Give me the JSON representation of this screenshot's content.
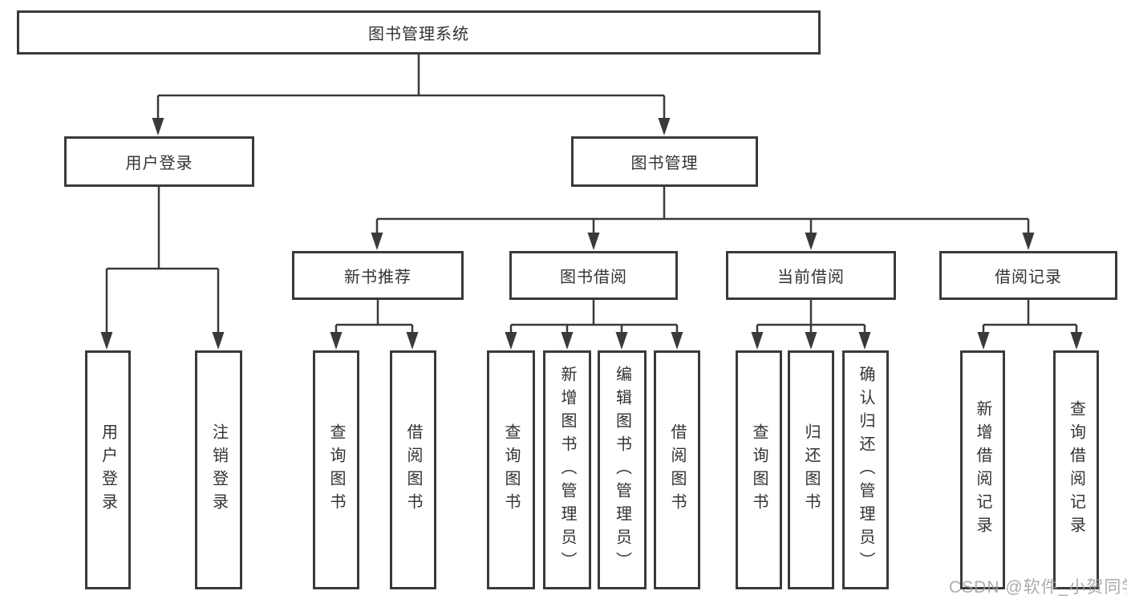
{
  "tree": {
    "root": {
      "label": "图书管理系统"
    },
    "children": [
      {
        "label": "用户登录",
        "children": [
          {
            "label": "用户登录"
          },
          {
            "label": "注销登录"
          }
        ]
      },
      {
        "label": "图书管理",
        "children": [
          {
            "label": "新书推荐",
            "children": [
              {
                "label": "查询图书"
              },
              {
                "label": "借阅图书"
              }
            ]
          },
          {
            "label": "图书借阅",
            "children": [
              {
                "label": "查询图书"
              },
              {
                "label": "新增图书（管理员）"
              },
              {
                "label": "编辑图书（管理员）"
              },
              {
                "label": "借阅图书"
              }
            ]
          },
          {
            "label": "当前借阅",
            "children": [
              {
                "label": "查询图书"
              },
              {
                "label": "归还图书"
              },
              {
                "label": "确认归还（管理员）"
              }
            ]
          },
          {
            "label": "借阅记录",
            "children": [
              {
                "label": "新增借阅记录"
              },
              {
                "label": "查询借阅记录"
              }
            ]
          }
        ]
      }
    ]
  },
  "watermark": "CSDN @软件_小贺同学",
  "colors": {
    "line": "#3a3a3a",
    "text": "#333333",
    "background": "#ffffff",
    "watermark": "#9e9e9e"
  }
}
